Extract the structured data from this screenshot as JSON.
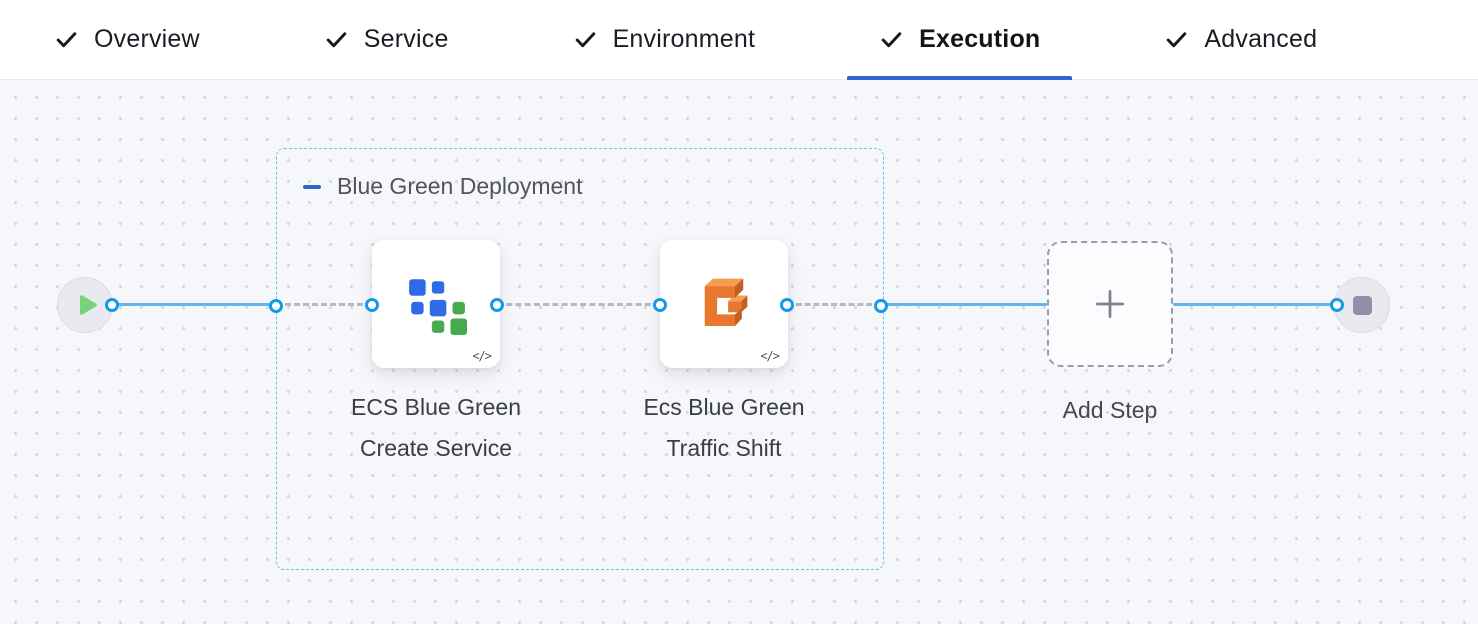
{
  "colors": {
    "accent": "#129ae9",
    "line_blue": "#63b7ea",
    "line_gray": "#b5b8c7",
    "tab_underline": "#2e65cf",
    "collapse_blue": "#2e65cf",
    "group_border": "#5fc6ee",
    "play_green": "#77d379",
    "stop_gray": "#8f90a8",
    "icon_blue": "#2e6be4",
    "icon_green": "#47ab4d",
    "icon_orange": "#e8782f",
    "icon_orange_light": "#f59d53",
    "icon_orange_dark": "#c2611f"
  },
  "tabs": [
    {
      "label": "Overview"
    },
    {
      "label": "Service"
    },
    {
      "label": "Environment"
    },
    {
      "label": "Execution"
    },
    {
      "label": "Advanced"
    }
  ],
  "canvas": {
    "group": {
      "label": "Blue Green Deployment"
    },
    "steps": [
      {
        "label_lines": [
          "ECS Blue Green",
          "Create Service"
        ],
        "icon": "ecs-create-service-icon",
        "badge": "</>"
      },
      {
        "label_lines": [
          "Ecs Blue Green",
          "Traffic Shift"
        ],
        "icon": "aws-ecs-icon",
        "badge": "</>"
      }
    ],
    "add_step": {
      "label": "Add Step"
    }
  }
}
